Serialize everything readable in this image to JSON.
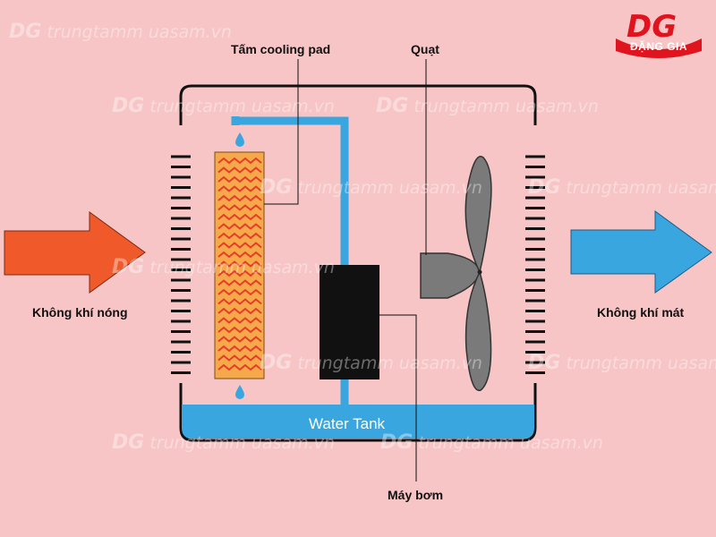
{
  "labels": {
    "cooling_pad": "Tấm cooling pad",
    "fan": "Quạt",
    "hot_air": "Không khí nóng",
    "cool_air": "Không khí mát",
    "pump": "Máy bơm",
    "water_tank": "Water Tank"
  },
  "logo": {
    "letters": "DG",
    "name": "ĐẶNG GIA"
  },
  "watermark": {
    "mark": "DG",
    "text": "trungtamm uasam.vn"
  },
  "colors": {
    "background": "#f7c5c5",
    "hot_arrow": "#f05a2a",
    "cool_arrow": "#3aa6e0",
    "water": "#3aa6e0",
    "pad_fill": "#f6a94a",
    "pad_zigzag": "#e63c2a",
    "pump": "#111111",
    "fan": "#7a7a7a",
    "logo_red": "#e0141e"
  }
}
